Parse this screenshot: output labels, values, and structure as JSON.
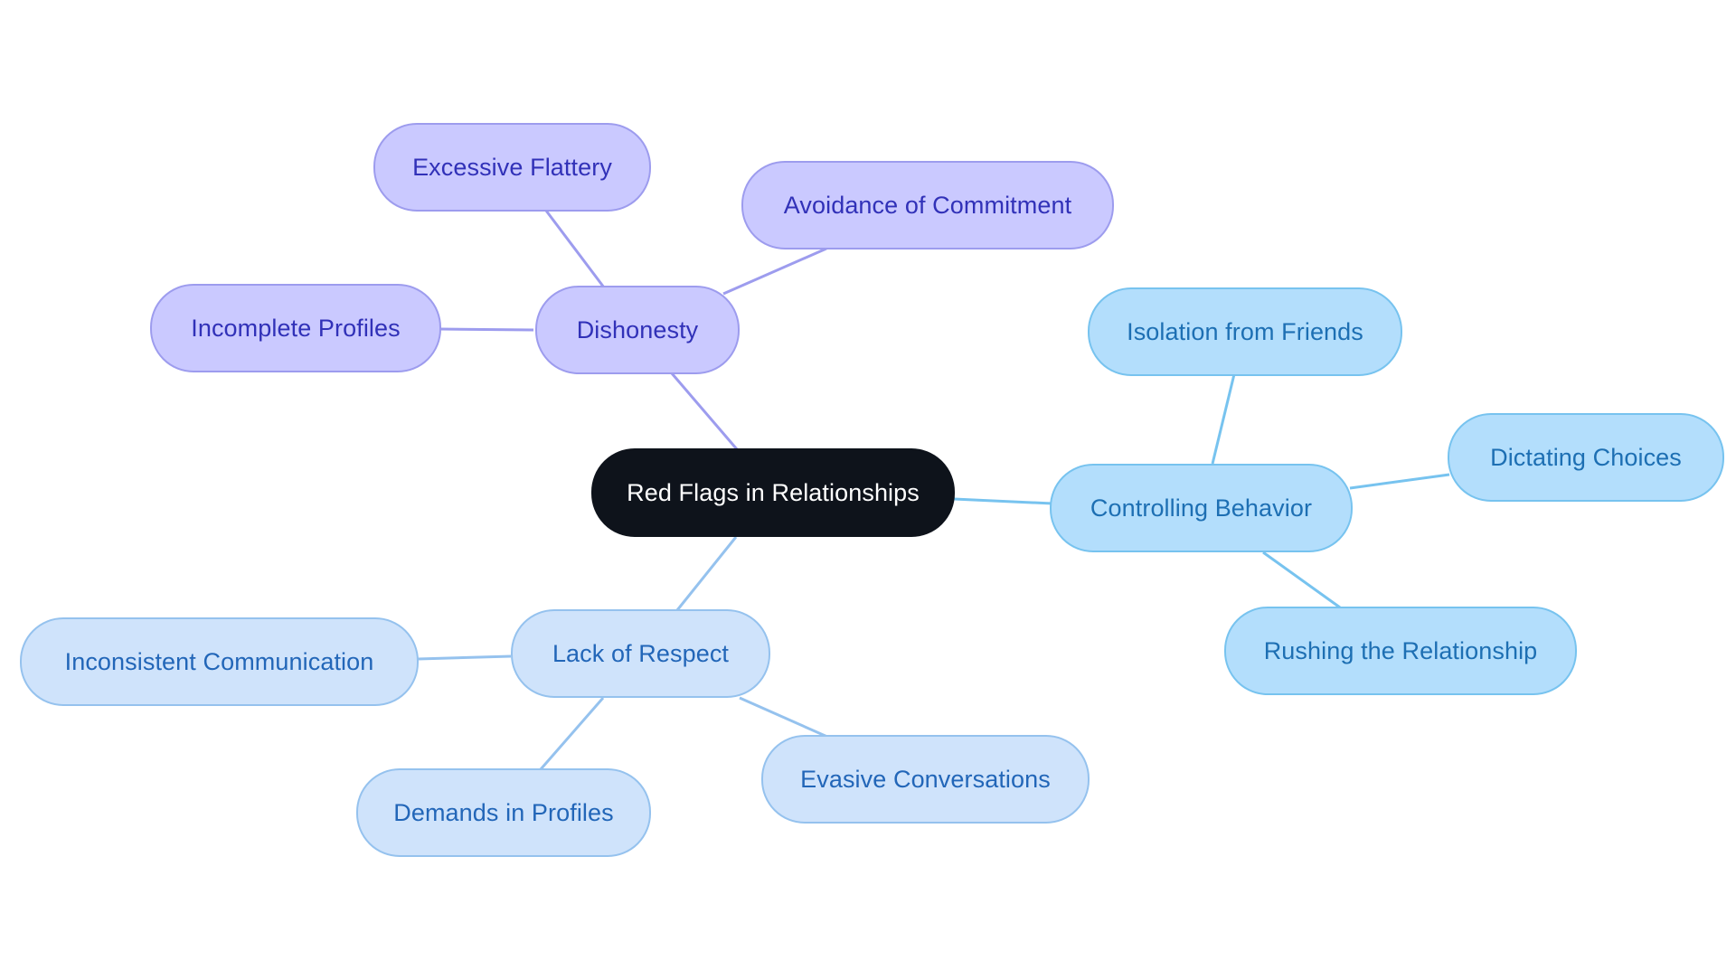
{
  "diagram": {
    "root": {
      "label": "Red Flags in Relationships"
    },
    "branches": [
      {
        "id": "dishonesty",
        "label": "Dishonesty",
        "color": "#9d9cee",
        "children": [
          {
            "id": "excessive-flattery",
            "label": "Excessive Flattery"
          },
          {
            "id": "avoidance-of-commitment",
            "label": "Avoidance of Commitment"
          },
          {
            "id": "incomplete-profiles",
            "label": "Incomplete Profiles"
          }
        ]
      },
      {
        "id": "controlling-behavior",
        "label": "Controlling Behavior",
        "color": "#77c3ef",
        "children": [
          {
            "id": "isolation-from-friends",
            "label": "Isolation from Friends"
          },
          {
            "id": "dictating-choices",
            "label": "Dictating Choices"
          },
          {
            "id": "rushing-the-relationship",
            "label": "Rushing the Relationship"
          }
        ]
      },
      {
        "id": "lack-of-respect",
        "label": "Lack of Respect",
        "color": "#95c2ee",
        "children": [
          {
            "id": "inconsistent-communication",
            "label": "Inconsistent Communication"
          },
          {
            "id": "demands-in-profiles",
            "label": "Demands in Profiles"
          },
          {
            "id": "evasive-conversations",
            "label": "Evasive Conversations"
          }
        ]
      }
    ]
  },
  "colors": {
    "root_fill": "#0e131b",
    "root_text": "#ffffff",
    "purple_fill": "#cac9ff",
    "purple_text": "#3131b8",
    "blue_fill": "#b3defc",
    "blue_text": "#1d6fb3",
    "lightblue_fill": "#cfe3fb",
    "lightblue_text": "#2266b8"
  }
}
